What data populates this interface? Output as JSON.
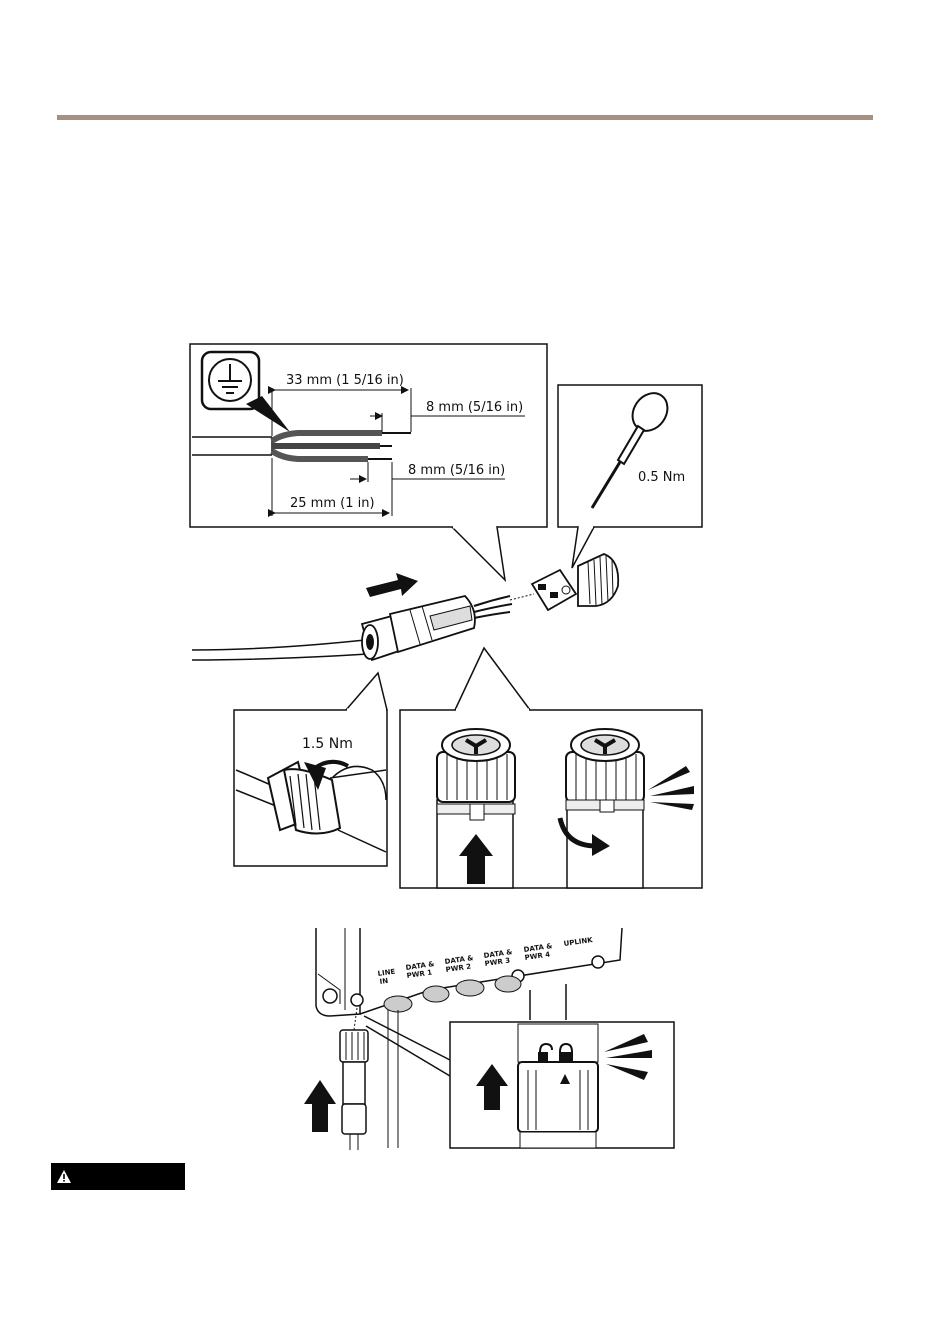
{
  "colors": {
    "rule": "#a89080",
    "ink": "#111111",
    "shade": "#cccccc",
    "dark": "#333333"
  },
  "icons": [
    "ground-symbol-icon",
    "screwdriver-icon",
    "push-arrow-icon",
    "rotate-arrow-icon",
    "lock-open-icon",
    "lock-closed-icon",
    "warning-triangle-icon"
  ],
  "strip_dims": {
    "outer": "33 mm (1 5/16 in)",
    "strip_top": "8 mm (5/16 in)",
    "strip_bottom": "8 mm (5/16 in)",
    "jacket": "25 mm (1 in)"
  },
  "torque": {
    "screw": "0.5 Nm",
    "nut": "1.5 Nm"
  },
  "ports": [
    {
      "line1": "LINE",
      "line2": "IN"
    },
    {
      "line1": "DATA &",
      "line2": "PWR 1"
    },
    {
      "line1": "DATA &",
      "line2": "PWR 2"
    },
    {
      "line1": "DATA &",
      "line2": "PWR 3"
    },
    {
      "line1": "DATA &",
      "line2": "PWR 4"
    },
    {
      "line1": "UPLINK",
      "line2": ""
    }
  ],
  "warning": {
    "label": ""
  }
}
